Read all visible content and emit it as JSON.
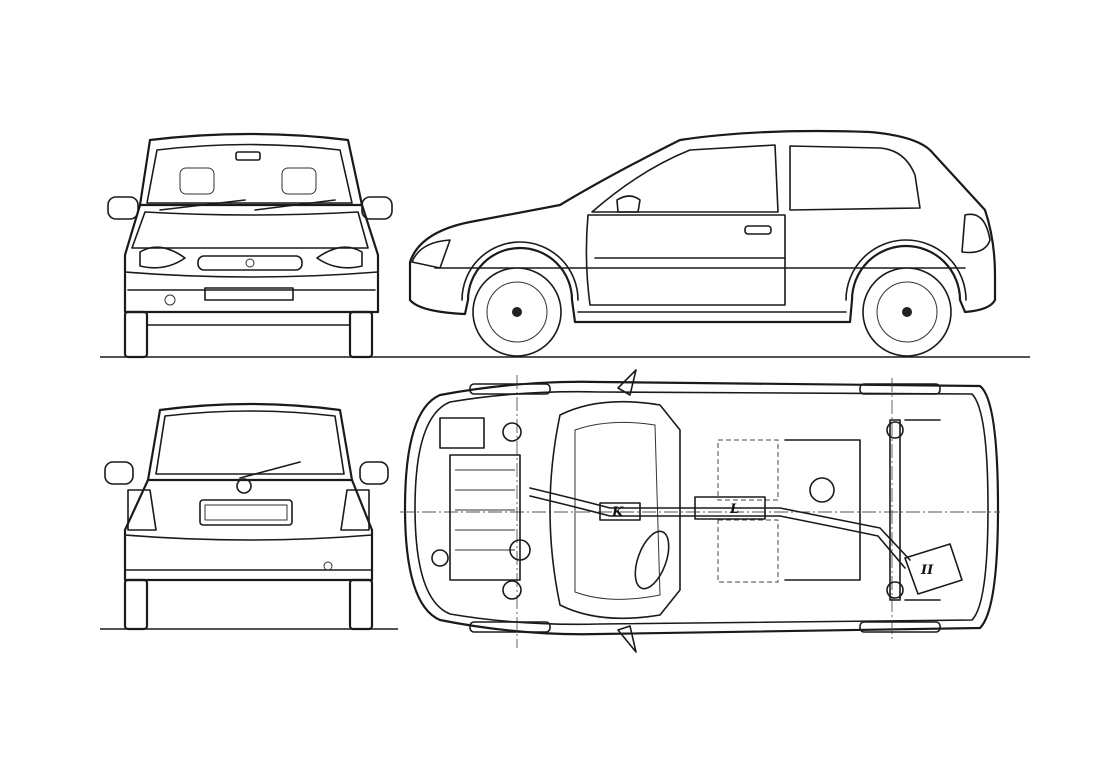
{
  "drawing": {
    "views": [
      "front",
      "side",
      "rear",
      "underside"
    ],
    "callouts": {
      "k": "K",
      "l": "L",
      "ii": "II"
    }
  }
}
